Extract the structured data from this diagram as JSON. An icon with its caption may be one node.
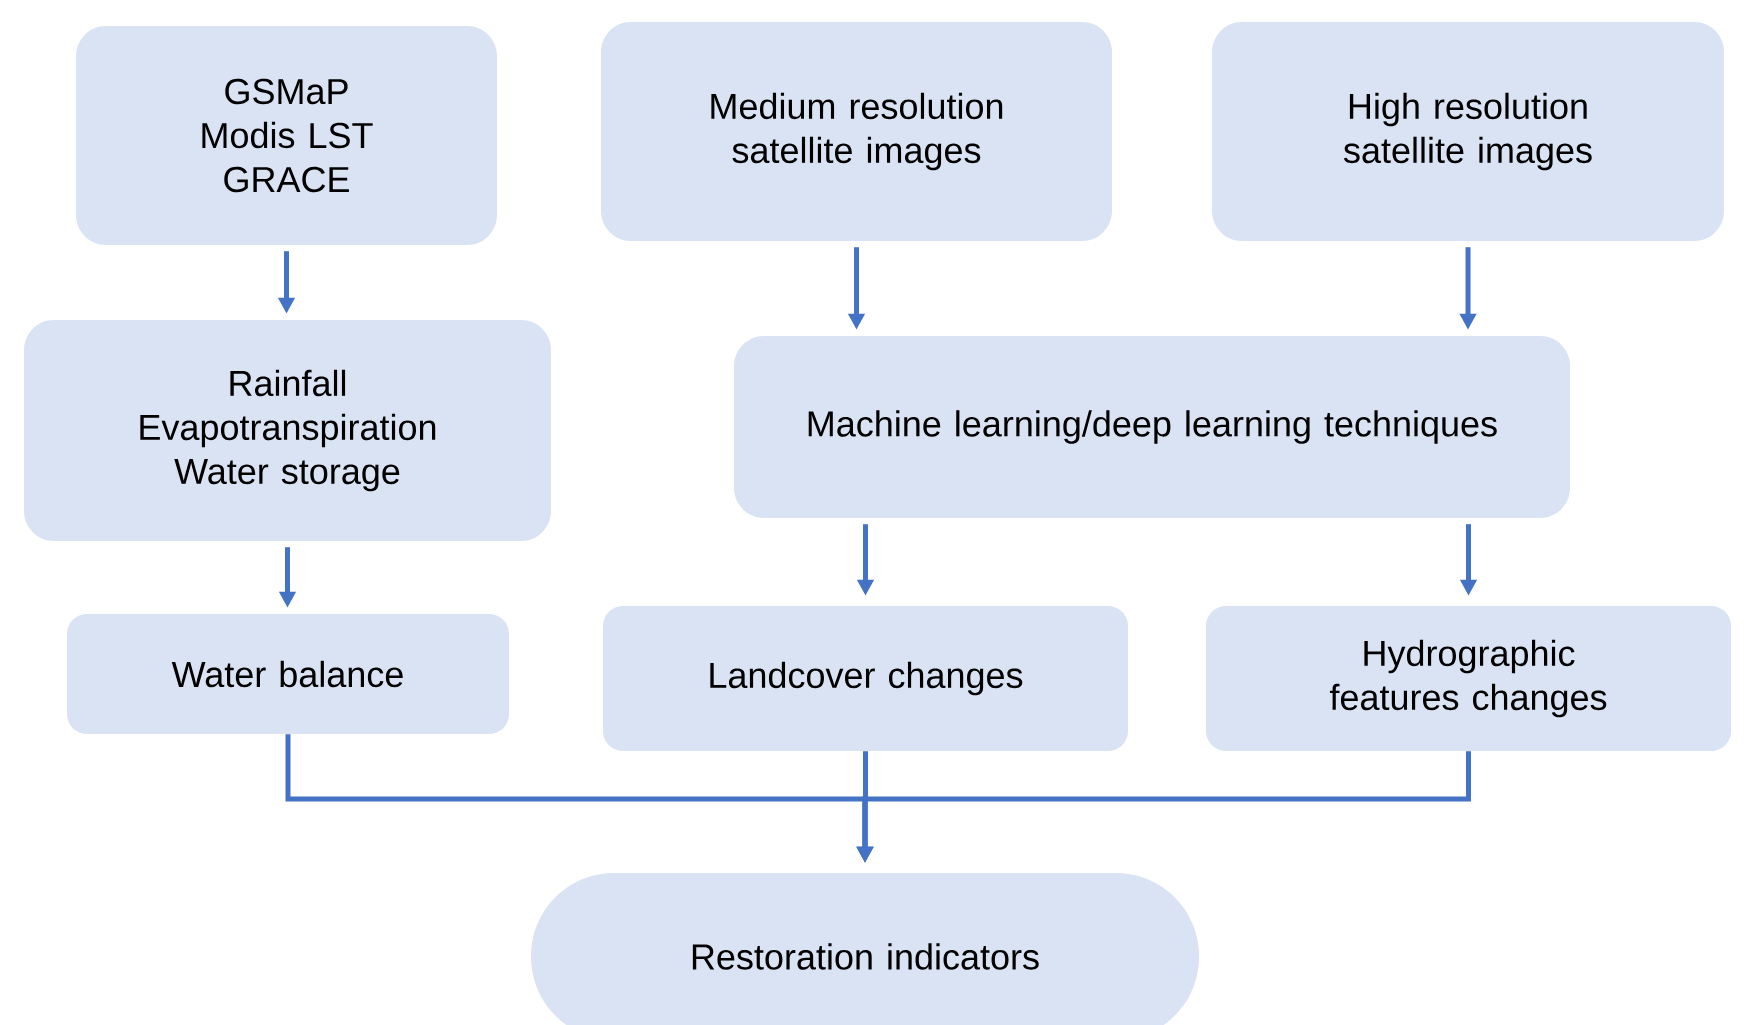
{
  "diagram": {
    "nodes": [
      {
        "text": [
          "GSMaP",
          "Modis LST",
          "GRACE"
        ]
      },
      {
        "text": [
          "Medium resolution satellite images"
        ]
      },
      {
        "text": [
          "High resolution satellite images"
        ]
      },
      {
        "text": [
          "Rainfall",
          "Evapotranspiration",
          "Water storage"
        ]
      },
      {
        "text": [
          "Machine learning/deep learning techniques"
        ]
      },
      {
        "text": [
          "Water balance"
        ]
      },
      {
        "text": [
          "Landcover changes"
        ]
      },
      {
        "text": [
          "Hydrographic features changes"
        ]
      },
      {
        "text": [
          "Restoration indicators"
        ]
      }
    ],
    "edges": [
      {
        "from": 0,
        "to": 3,
        "arrow": "to"
      },
      {
        "from": 1,
        "to": 4,
        "arrow": "to"
      },
      {
        "from": 2,
        "to": 4,
        "arrow": "to"
      },
      {
        "from": 3,
        "to": 5,
        "arrow": "to"
      },
      {
        "from": 4,
        "to": 6,
        "arrow": "to"
      },
      {
        "from": 4,
        "to": 7,
        "arrow": "to"
      },
      {
        "from": 5,
        "to": 8,
        "arrow": "to"
      },
      {
        "from": 6,
        "to": 8,
        "arrow": "to"
      },
      {
        "from": 7,
        "to": 8,
        "arrow": "to"
      }
    ]
  }
}
